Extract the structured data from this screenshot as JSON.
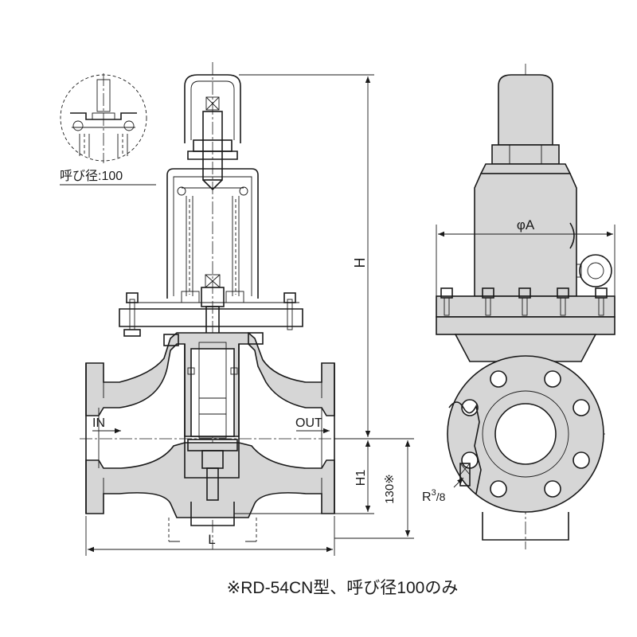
{
  "detail_label": "呼び径:100",
  "dimensions": {
    "height": "H",
    "height_lower": "H1",
    "length": "L",
    "diameter": "φA",
    "port_thread_base": "R",
    "port_thread_sup": "3",
    "port_thread_sub": "/8",
    "dim_130": "130※"
  },
  "ports": {
    "inlet": "IN",
    "outlet": "OUT"
  },
  "footnote": "※RD-54CN型、呼び径100のみ"
}
